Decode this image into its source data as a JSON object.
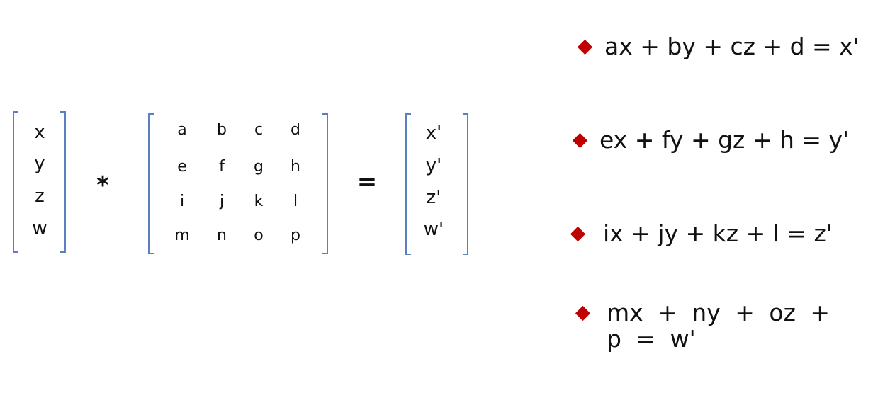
{
  "vector_in": [
    "x",
    "y",
    "z",
    "w"
  ],
  "operator_multiply": "*",
  "matrix": [
    [
      "a",
      "b",
      "c",
      "d"
    ],
    [
      "e",
      "f",
      "g",
      "h"
    ],
    [
      "i",
      "j",
      "k",
      "l"
    ],
    [
      "m",
      "n",
      "o",
      "p"
    ]
  ],
  "operator_equals": "=",
  "vector_out": [
    "x'",
    "y'",
    "z'",
    "w'"
  ],
  "equations": [
    "ax + by + cz + d = x'",
    "ex + fy + gz + h = y'",
    "ix + jy + kz + l = z'",
    "mx + ny + oz + p = w'"
  ],
  "colors": {
    "bullet": "#c00000",
    "bracket": "#5b7fbf",
    "text": "#111111"
  },
  "icons": {
    "bullet": "diamond-bullet-icon"
  }
}
